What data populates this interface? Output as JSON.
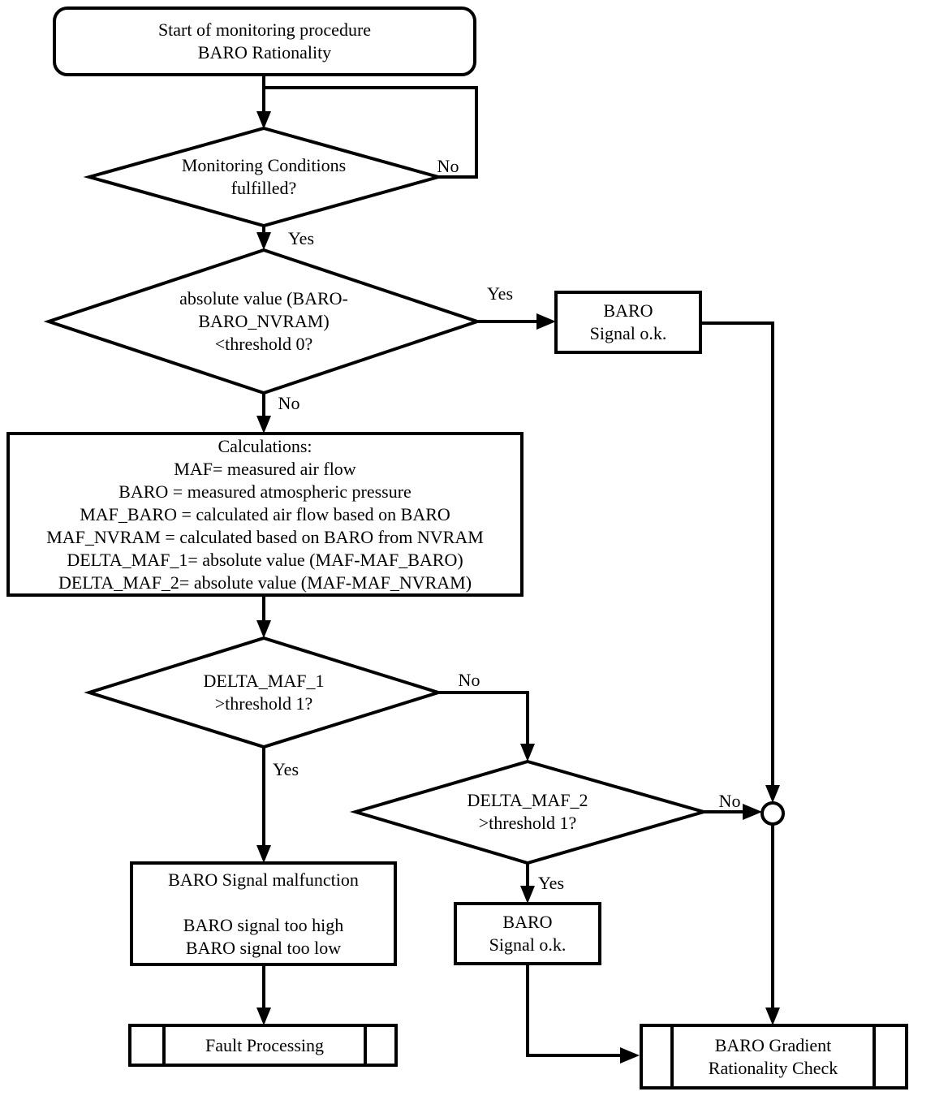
{
  "nodes": {
    "start": {
      "text": "Start of monitoring procedure\nBARO Rationality"
    },
    "monitoring_conditions": {
      "text": "Monitoring Conditions\nfulfilled?"
    },
    "baro_delta_check": {
      "text": "absolute value (BARO-\nBARO_NVRAM)\n<threshold 0?"
    },
    "baro_ok_top": {
      "text": "BARO\nSignal o.k."
    },
    "calculations": {
      "text": "Calculations:\nMAF= measured air flow\nBARO = measured atmospheric pressure\nMAF_BARO = calculated air flow based on BARO\nMAF_NVRAM = calculated based on BARO from NVRAM\nDELTA_MAF_1= absolute value (MAF-MAF_BARO)\nDELTA_MAF_2= absolute value (MAF-MAF_NVRAM)"
    },
    "delta_maf_1_check": {
      "text": "DELTA_MAF_1\n>threshold 1?"
    },
    "delta_maf_2_check": {
      "text": "DELTA_MAF_2\n>threshold 1?"
    },
    "baro_malfunction": {
      "text": "BARO Signal malfunction\n\nBARO signal too high\nBARO signal too low"
    },
    "baro_ok_bottom": {
      "text": "BARO\nSignal o.k."
    },
    "fault_processing": {
      "text": "Fault Processing"
    },
    "gradient_check": {
      "text": "BARO Gradient\nRationality Check"
    }
  },
  "edge_labels": {
    "monitoring_no": "No",
    "monitoring_yes": "Yes",
    "delta_baro_yes": "Yes",
    "delta_baro_no": "No",
    "delta1_no": "No",
    "delta1_yes": "Yes",
    "delta2_no": "No",
    "delta2_yes": "Yes"
  },
  "colors": {
    "line": "#000000",
    "background": "#ffffff",
    "text": "#000000"
  }
}
